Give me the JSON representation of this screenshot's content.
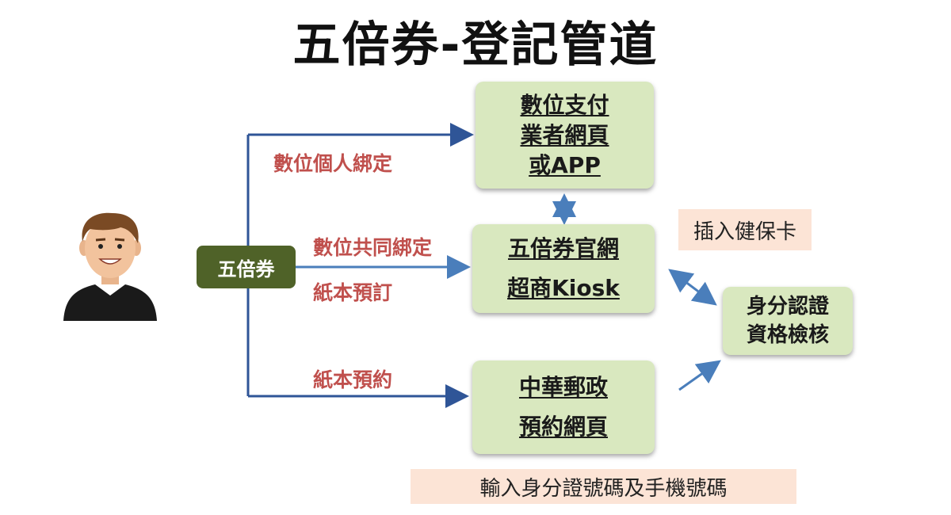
{
  "title": "五倍券-登記管道",
  "hub": "五倍券",
  "labels": {
    "personal": "數位個人綁定",
    "shared": "數位共同綁定",
    "paper_order": "紙本預訂",
    "paper_reserve": "紙本預約"
  },
  "boxes": {
    "digital_pay": [
      "數位支付",
      "業者網頁",
      "或APP"
    ],
    "official": [
      "五倍券官網",
      "超商Kiosk"
    ],
    "post": [
      "中華郵政",
      "預約網頁"
    ],
    "verify": [
      "身分認證",
      "資格檢核"
    ]
  },
  "notes": {
    "health_card": "插入健保卡",
    "enter_id": "輸入身分證號碼及手機號碼"
  },
  "colors": {
    "box_fill": "#d9e8bf",
    "hub_fill": "#4f6228",
    "label_red": "#c0504d",
    "arrow_dark": "#2f5597",
    "arrow_light": "#4a7ebb",
    "note_fill": "#fce4d6"
  },
  "icons": [
    "person-icon"
  ]
}
